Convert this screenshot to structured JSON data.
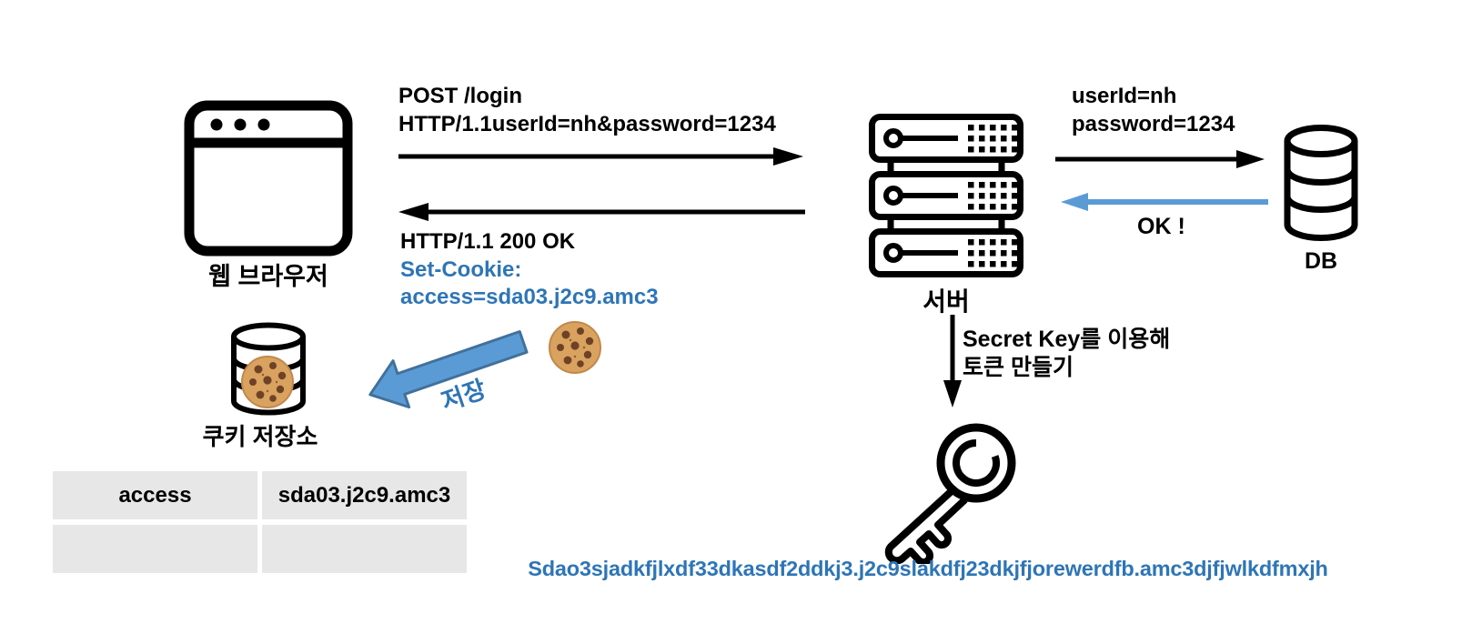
{
  "colors": {
    "accent_blue_text": "#2E75B6",
    "arrow_blue_fill": "#5B9BD5",
    "arrow_blue_border": "#41719C",
    "arrow_black": "#000000",
    "table_cell_bg": "#E7E7E7"
  },
  "icons": {
    "browser": "browser-window-icon",
    "server": "server-rack-icon",
    "db": "database-cylinder-icon",
    "cookie_store": "cookie-jar-database-icon",
    "cookie": "cookie-icon",
    "key": "key-icon"
  },
  "browser": {
    "label": "웹 브라우저"
  },
  "server": {
    "label": "서버"
  },
  "db": {
    "label": "DB"
  },
  "cookie_store": {
    "label": "쿠키 저장소"
  },
  "flow": {
    "login_request": {
      "line1": "POST /login",
      "line2": "HTTP/1.1userId=nh&password=1234"
    },
    "login_response": {
      "line1": "HTTP/1.1 200 OK",
      "line2": "Set-Cookie:",
      "line3": "access=sda03.j2c9.amc3"
    },
    "db_query": {
      "line1": "userId=nh",
      "line2": "password=1234"
    },
    "db_response": {
      "label": "OK !"
    },
    "save": {
      "label": "저장"
    },
    "token_note": {
      "line1": "Secret Key를 이용해",
      "line2": "토큰 만들기"
    }
  },
  "cookie_table": {
    "rows": [
      {
        "key": "access",
        "value": "sda03.j2c9.amc3"
      },
      {
        "key": "",
        "value": ""
      }
    ]
  },
  "token_string": "Sdao3sjadkfjlxdf33dkasdf2ddkj3.j2c9slakdfj23dkjfjorewerdfb.amc3djfjwlkdfmxjh"
}
